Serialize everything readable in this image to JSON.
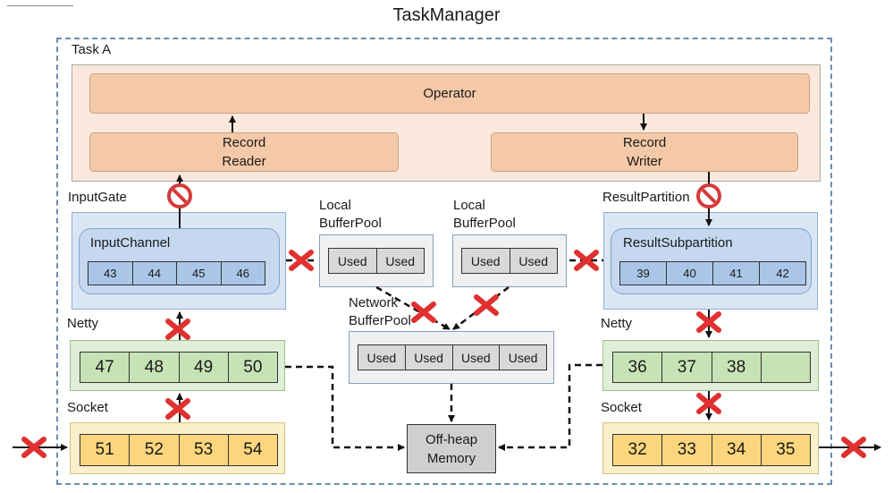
{
  "title": "TaskManager",
  "task_label": "Task A",
  "operator": "Operator",
  "record_reader": {
    "line1": "Record",
    "line2": "Reader"
  },
  "record_writer": {
    "line1": "Record",
    "line2": "Writer"
  },
  "input_gate": "InputGate",
  "input_channel": {
    "label": "InputChannel",
    "buffers": [
      "43",
      "44",
      "45",
      "46"
    ]
  },
  "result_partition": "ResultPartition",
  "result_subpartition": {
    "label": "ResultSubpartition",
    "buffers": [
      "39",
      "40",
      "41",
      "42"
    ]
  },
  "local_pool_left": {
    "line1": "Local",
    "line2": "BufferPool",
    "buffers": [
      "Used",
      "Used"
    ]
  },
  "local_pool_right": {
    "line1": "Local",
    "line2": "BufferPool",
    "buffers": [
      "Used",
      "Used"
    ]
  },
  "network_pool": {
    "line1": "Network",
    "line2": "BufferPool",
    "buffers": [
      "Used",
      "Used",
      "Used",
      "Used"
    ]
  },
  "netty_left": {
    "label": "Netty",
    "buffers": [
      "47",
      "48",
      "49",
      "50"
    ]
  },
  "netty_right": {
    "label": "Netty",
    "buffers": [
      "36",
      "37",
      "38",
      ""
    ]
  },
  "socket_left": {
    "label": "Socket",
    "buffers": [
      "51",
      "52",
      "53",
      "54"
    ]
  },
  "socket_right": {
    "label": "Socket",
    "buffers": [
      "32",
      "33",
      "34",
      "35"
    ]
  },
  "off_heap": {
    "line1": "Off-heap",
    "line2": "Memory"
  },
  "colors": {
    "blocked_x": "#e03030",
    "no_entry": "#d63a3a",
    "dashed_border": "#6a8db0"
  }
}
